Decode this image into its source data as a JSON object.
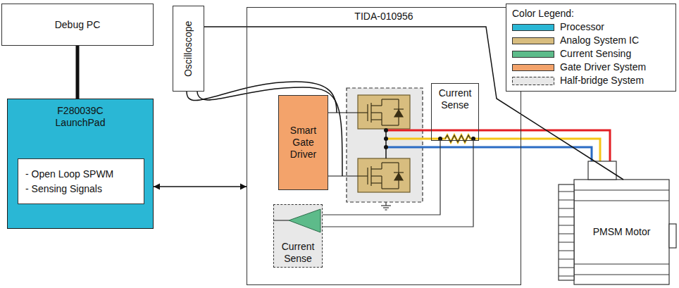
{
  "diagram": {
    "nodes": [
      {
        "text": [
          "Debug PC"
        ]
      },
      {
        "text": [
          "F280039C LaunchPad"
        ]
      },
      {
        "text": [
          "- Open Loop SPWM",
          "- Sensing Signals"
        ],
        "in": 1
      },
      {
        "text": [
          "Oscilloscope"
        ]
      },
      {
        "text": [
          "TIDA-010956"
        ]
      },
      {
        "text": [
          "Smart Gate Driver"
        ],
        "in": 4
      },
      {
        "text": [
          "Current Sense"
        ],
        "in": 4
      },
      {
        "text": [
          "Current Sense"
        ],
        "in": 4
      },
      {
        "text": [
          "PMSM Motor"
        ]
      }
    ],
    "edges": [
      {
        "from": 0,
        "to": 1,
        "arrow": "none"
      },
      {
        "from": 1,
        "to": 4,
        "arrow": "both"
      },
      {
        "from": 3,
        "to": 8,
        "arrow": "none"
      }
    ],
    "labels": [
      "Color Legend:"
    ],
    "legend": [
      {
        "text": "Processor",
        "color": "#2ab7d5"
      },
      {
        "text": "Analog System IC",
        "color": "#d8bd7f"
      },
      {
        "text": "Current Sensing",
        "color": "#5dbb8a"
      },
      {
        "text": "Gate Driver System",
        "color": "#f3a36b"
      },
      {
        "text": "Half-bridge System"
      }
    ]
  }
}
